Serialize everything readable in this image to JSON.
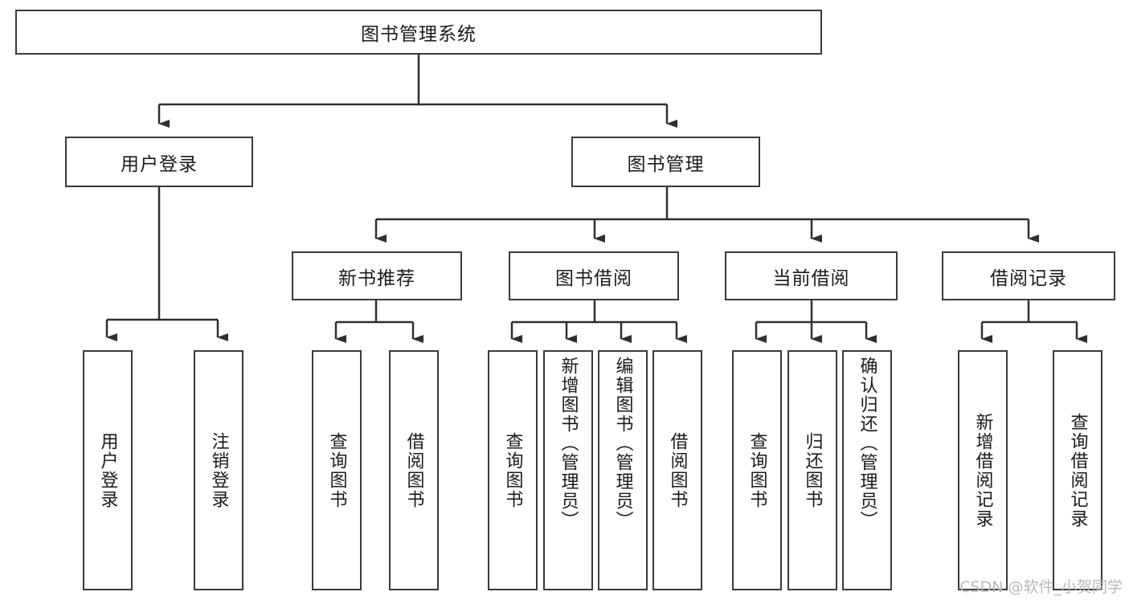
{
  "diagram": {
    "title": "图书管理系统",
    "type": "tree",
    "root": {
      "id": "root",
      "label": "图书管理系统"
    },
    "level2": [
      {
        "id": "user-login",
        "label": "用户登录"
      },
      {
        "id": "book-manage",
        "label": "图书管理"
      }
    ],
    "level3": [
      {
        "id": "new-book-recommend",
        "label": "新书推荐"
      },
      {
        "id": "book-borrow",
        "label": "图书借阅"
      },
      {
        "id": "current-borrow",
        "label": "当前借阅"
      },
      {
        "id": "borrow-record",
        "label": "借阅记录"
      }
    ],
    "leaves": {
      "user_login": [
        {
          "id": "leaf-user-login",
          "label": "用户登录"
        },
        {
          "id": "leaf-logout-login",
          "label": "注销登录"
        }
      ],
      "new_book_recommend": [
        {
          "id": "leaf-query-book-1",
          "label": "查询图书"
        },
        {
          "id": "leaf-borrow-book-1",
          "label": "借阅图书"
        }
      ],
      "book_borrow": [
        {
          "id": "leaf-query-book-2",
          "label": "查询图书"
        },
        {
          "id": "leaf-add-book",
          "label": "新增图书（管理员）"
        },
        {
          "id": "leaf-edit-book",
          "label": "编辑图书（管理员）"
        },
        {
          "id": "leaf-borrow-book-2",
          "label": "借阅图书"
        }
      ],
      "current_borrow": [
        {
          "id": "leaf-query-book-3",
          "label": "查询图书"
        },
        {
          "id": "leaf-return-book",
          "label": "归还图书"
        },
        {
          "id": "leaf-confirm-return",
          "label": "确认归还（管理员）"
        }
      ],
      "borrow_record": [
        {
          "id": "leaf-add-record",
          "label": "新增借阅记录"
        },
        {
          "id": "leaf-query-record",
          "label": "查询借阅记录"
        }
      ]
    },
    "colors": {
      "border": "#3a3a3a",
      "text": "#1b1b1b",
      "background": "#ffffff",
      "edge": "#2f2f2f",
      "watermark": "#b9b9b9"
    }
  },
  "watermark": {
    "text": "CSDN @软件_小贺同学"
  }
}
